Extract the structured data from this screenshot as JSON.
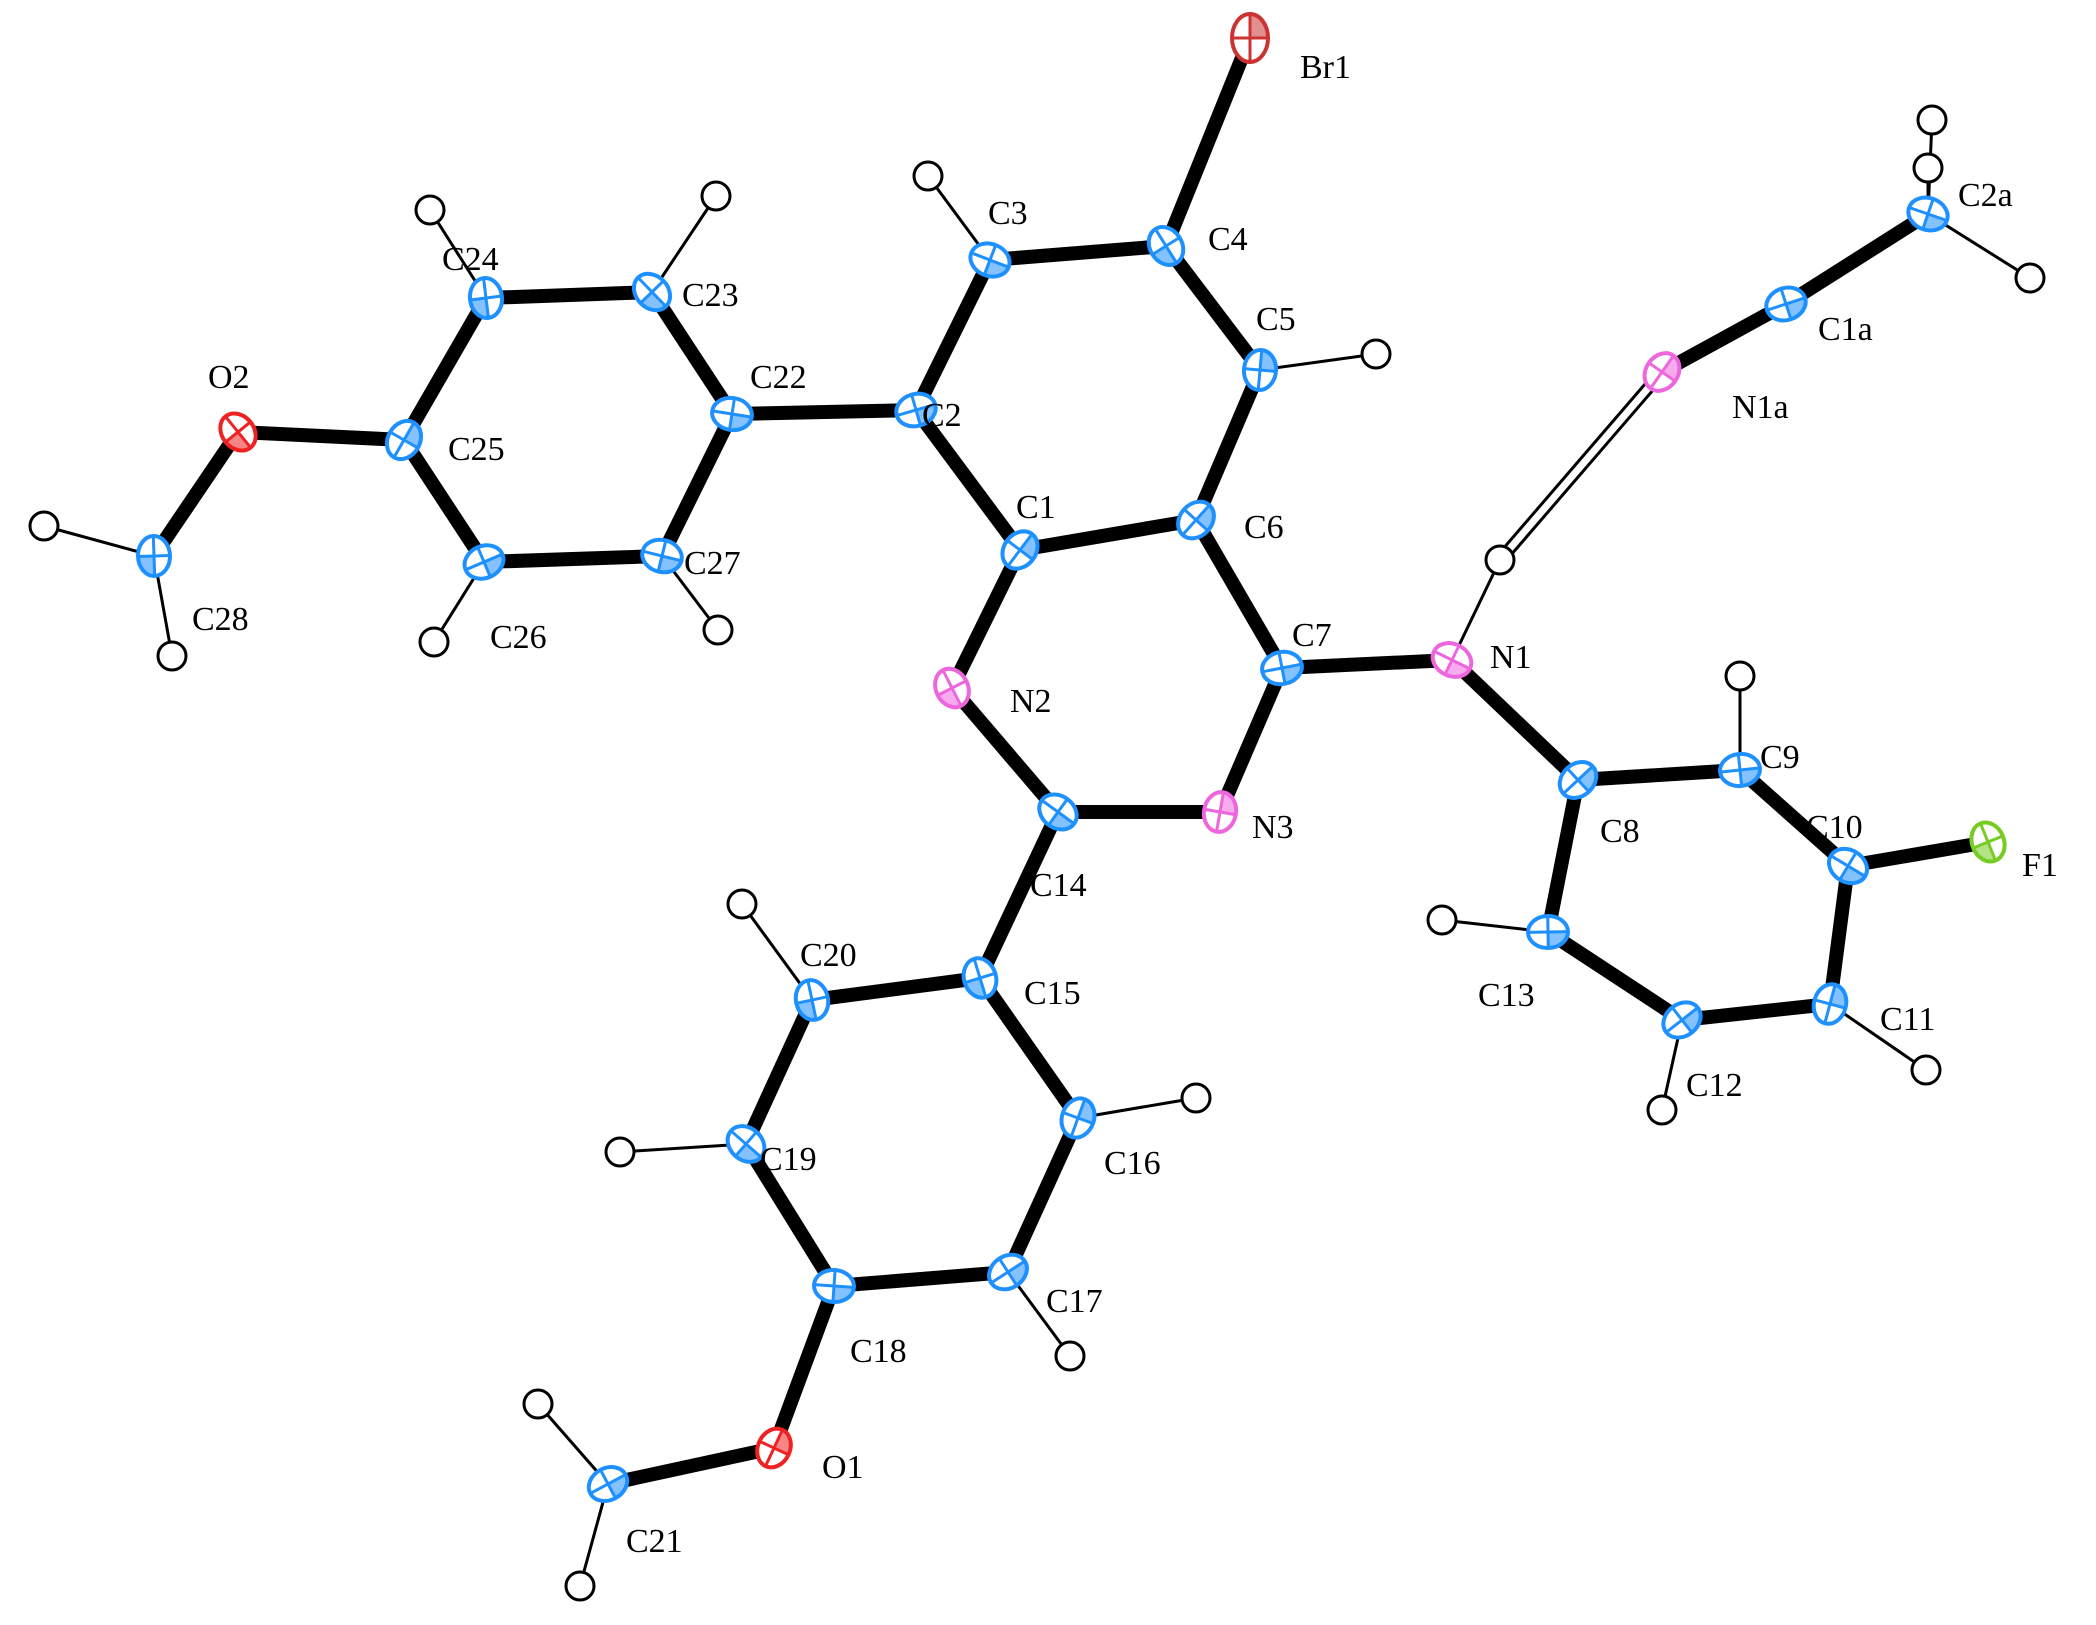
{
  "colors": {
    "C": "#1e90ff",
    "N": "#ee66dd",
    "O": "#ee2222",
    "Br": "#cc3333",
    "F": "#77cc22",
    "H": "#ffffff",
    "bond": "#000000"
  },
  "labels": {
    "Br1": "Br1",
    "C1": "C1",
    "C2": "C2",
    "C3": "C3",
    "C4": "C4",
    "C5": "C5",
    "C6": "C6",
    "C7": "C7",
    "N1": "N1",
    "N2": "N2",
    "N3": "N3",
    "C8": "C8",
    "C9": "C9",
    "C10": "C10",
    "F1": "F1",
    "C11": "C11",
    "C12": "C12",
    "C13": "C13",
    "C14": "C14",
    "C15": "C15",
    "C16": "C16",
    "C17": "C17",
    "C18": "C18",
    "C19": "C19",
    "C20": "C20",
    "O1": "O1",
    "C21": "C21",
    "C22": "C22",
    "C23": "C23",
    "C24": "C24",
    "C25": "C25",
    "C26": "C26",
    "C27": "C27",
    "O2": "O2",
    "C28": "C28",
    "N1a": "N1a",
    "C1a": "C1a",
    "C2a": "C2a"
  }
}
